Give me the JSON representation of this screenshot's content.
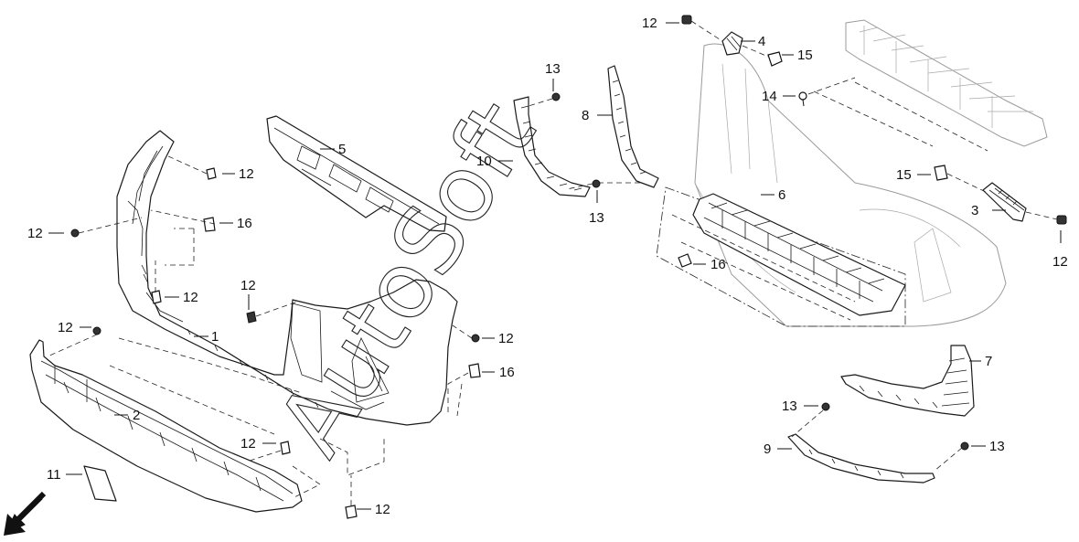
{
  "callouts": {
    "c1": "1",
    "c2": "2",
    "c3": "3",
    "c4": "4",
    "c5": "5",
    "c6": "6",
    "c7": "7",
    "c8": "8",
    "c9": "9",
    "c10": "10",
    "c11": "11",
    "c12": "12",
    "c13": "13",
    "c14": "14",
    "c15": "15",
    "c16": "16"
  },
  "watermark": "AutoSoft",
  "icons": {
    "direction": "front-direction-arrow-icon"
  },
  "colors": {
    "line": "#1a1a1a",
    "ghost": "#9a9a9a",
    "background": "#ffffff"
  }
}
